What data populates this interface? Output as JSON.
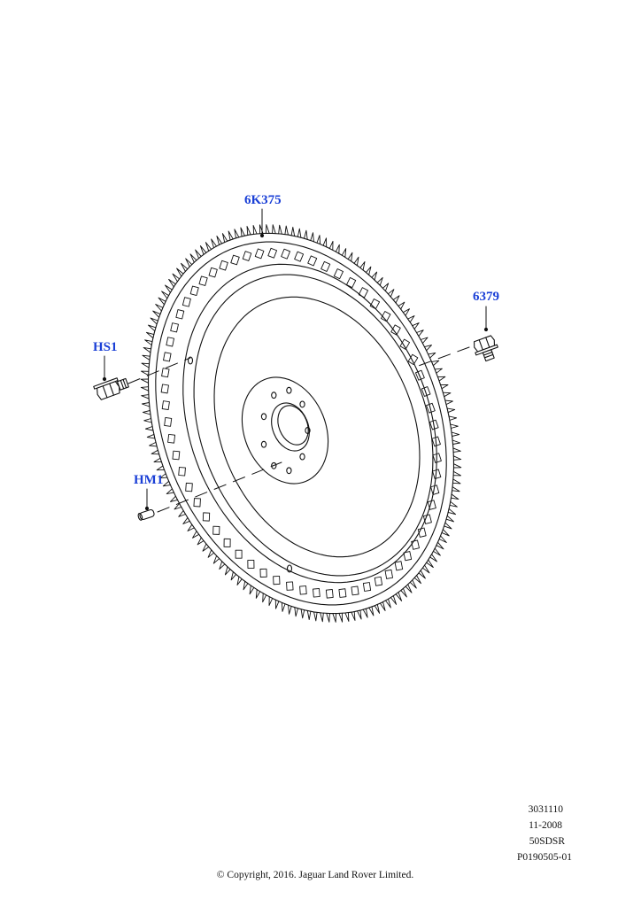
{
  "callouts": {
    "flywheel": "6K375",
    "bolt_right": "6379",
    "bolt_left": "HS1",
    "dowel": "HM1"
  },
  "reference": {
    "line1": "3031110",
    "line2": "11-2008",
    "line3": "50SDSR",
    "line4": "P0190505-01"
  },
  "copyright": "© Copyright, 2016. Jaguar Land Rover Limited.",
  "colors": {
    "callout_text": "#1a3fd6",
    "line_art": "#111111",
    "background": "#ffffff"
  }
}
